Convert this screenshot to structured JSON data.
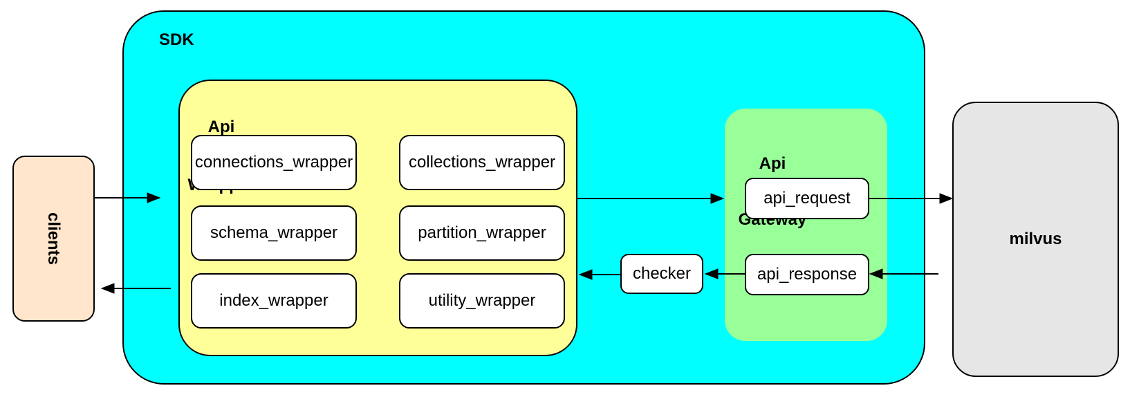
{
  "colors": {
    "sdk": "#00ffff",
    "wrapper": "#ffff99",
    "gateway": "#99ff99",
    "clients": "#ffe6cc",
    "milvus": "#e6e6e6",
    "box": "#ffffff",
    "stroke": "#000000",
    "arrow": "#000000"
  },
  "nodes": {
    "clients": {
      "label": "clients"
    },
    "sdk": {
      "label": "SDK"
    },
    "api_wrapper": {
      "title": [
        "Api",
        "Wrapper"
      ],
      "boxes": [
        {
          "label": "connections_wrapper"
        },
        {
          "label": "collections_wrapper"
        },
        {
          "label": "schema_wrapper"
        },
        {
          "label": "partition_wrapper"
        },
        {
          "label": "index_wrapper"
        },
        {
          "label": "utility_wrapper"
        }
      ]
    },
    "checker": {
      "label": "checker"
    },
    "api_gateway": {
      "title": [
        "Api",
        "Gateway"
      ],
      "boxes": [
        {
          "label": "api_request"
        },
        {
          "label": "api_response"
        }
      ]
    },
    "milvus": {
      "label": "milvus"
    }
  },
  "edges": [
    {
      "from": "clients",
      "to": "api_wrapper"
    },
    {
      "from": "sdk",
      "to": "clients"
    },
    {
      "from": "api_wrapper",
      "to": "api_gateway"
    },
    {
      "from": "api_request",
      "to": "milvus"
    },
    {
      "from": "milvus",
      "to": "api_response"
    },
    {
      "from": "api_response",
      "to": "checker"
    },
    {
      "from": "checker",
      "to": "api_wrapper"
    }
  ]
}
